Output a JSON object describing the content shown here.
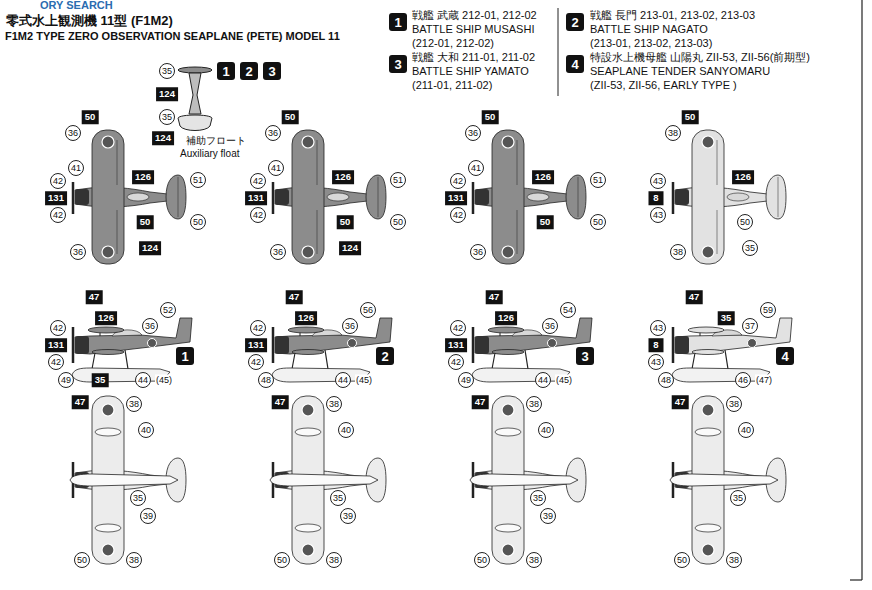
{
  "diagram": {
    "title": "零式水上観測機 11型 (F1M2)",
    "labels": [
      "ORY SEARCH",
      "F1M2 TYPE ZERO OBSERVATION SEAPLANE (PETE) MODEL 11",
      "1",
      "戦艦 武蔵 212-01, 212-02",
      "BATTLE SHIP MUSASHI",
      "(212-01, 212-02)",
      "2",
      "戦艦 長門 213-01, 213-02, 213-03",
      "BATTLE SHIP NAGATO",
      "(213-01, 213-02, 213-03)",
      "3",
      "戦艦 大和 211-01, 211-02",
      "BATTLE SHIP YAMATO",
      "(211-01, 211-02)",
      "4",
      "特設水上機母艦 山陽丸 ZII-53, ZII-56(前期型)",
      "SEAPLANE TENDER SANYOMARU",
      "(ZII-53, ZII-56, EARLY TYPE )",
      "35",
      "124",
      "35",
      "124",
      "補助フロート",
      "Auxiliary float",
      "1",
      "2",
      "3",
      "50",
      "36",
      "41",
      "42",
      "131",
      "42",
      "126",
      "51",
      "50",
      "50",
      "124",
      "36",
      "50",
      "36",
      "41",
      "42",
      "131",
      "42",
      "126",
      "51",
      "50",
      "50",
      "124",
      "36",
      "50",
      "36",
      "41",
      "42",
      "131",
      "42",
      "126",
      "51",
      "50",
      "50",
      "36",
      "50",
      "38",
      "43",
      "8",
      "43",
      "126",
      "50",
      "35",
      "38",
      "47",
      "42",
      "126",
      "36",
      "52",
      "131",
      "42",
      "1",
      "49",
      "35",
      "44",
      "(45)",
      "47",
      "42",
      "126",
      "36",
      "56",
      "131",
      "42",
      "2",
      "48",
      "44",
      "(45)",
      "47",
      "42",
      "126",
      "36",
      "54",
      "131",
      "42",
      "3",
      "49",
      "44",
      "(45)",
      "47",
      "43",
      "35",
      "37",
      "59",
      "8",
      "43",
      "4",
      "48",
      "46",
      "(47)",
      "47",
      "38",
      "40",
      "35",
      "39",
      "50",
      "38",
      "47",
      "38",
      "40",
      "35",
      "39",
      "50",
      "38",
      "47",
      "38",
      "40",
      "35",
      "39",
      "50",
      "38",
      "47",
      "38",
      "40",
      "35",
      "50",
      "38"
    ]
  }
}
